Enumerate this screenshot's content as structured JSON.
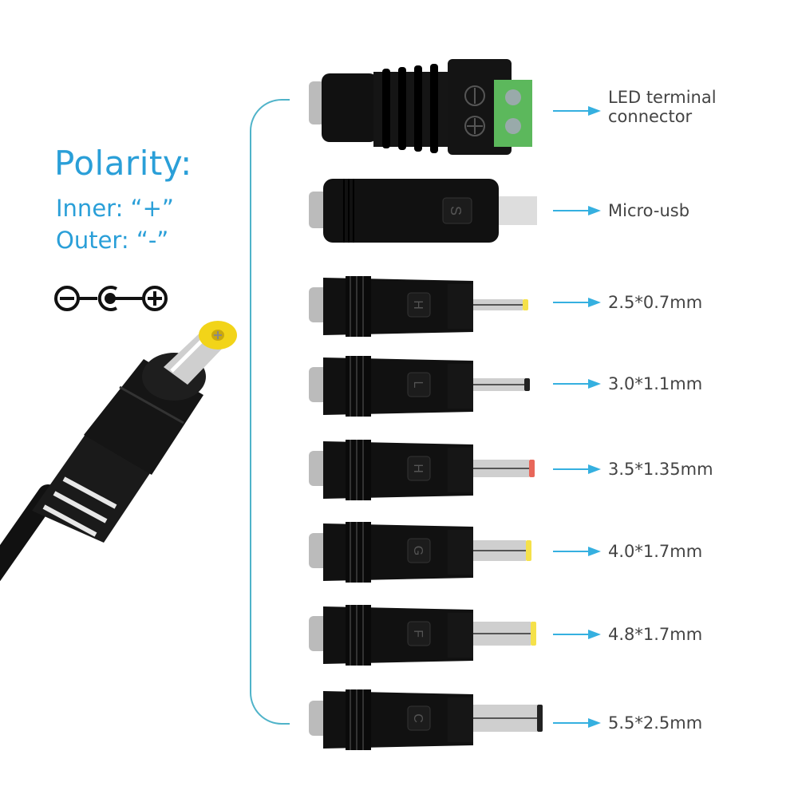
{
  "polarity": {
    "title": "Polarity:",
    "inner": "Inner: “+”",
    "outer": "Outer: “-”",
    "symbol": "minus-C-plus polarity symbol"
  },
  "colors": {
    "accent_blue": "#2a9fd8",
    "bracket": "#4fb3c9",
    "label_text": "#444444",
    "connector_body": "#111111",
    "terminal_green": "#5cb85c"
  },
  "connectors": [
    {
      "label": "LED terminal connector",
      "line1": "LED terminal",
      "line2": "connector",
      "type": "terminal",
      "tip_color": ""
    },
    {
      "label": "Micro-usb",
      "type": "microusb",
      "mark": "S",
      "tip_color": ""
    },
    {
      "label": "2.5*0.7mm",
      "mark": "H",
      "tip_color": "#f5e14a"
    },
    {
      "label": "3.0*1.1mm",
      "mark": "L",
      "tip_color": "#222222"
    },
    {
      "label": "3.5*1.35mm",
      "mark": "H",
      "tip_color": "#e8675a"
    },
    {
      "label": "4.0*1.7mm",
      "mark": "G",
      "tip_color": "#f5e14a"
    },
    {
      "label": "4.8*1.7mm",
      "mark": "F",
      "tip_color": "#f5e14a"
    },
    {
      "label": "5.5*2.5mm",
      "mark": "C",
      "tip_color": "#222222"
    }
  ]
}
